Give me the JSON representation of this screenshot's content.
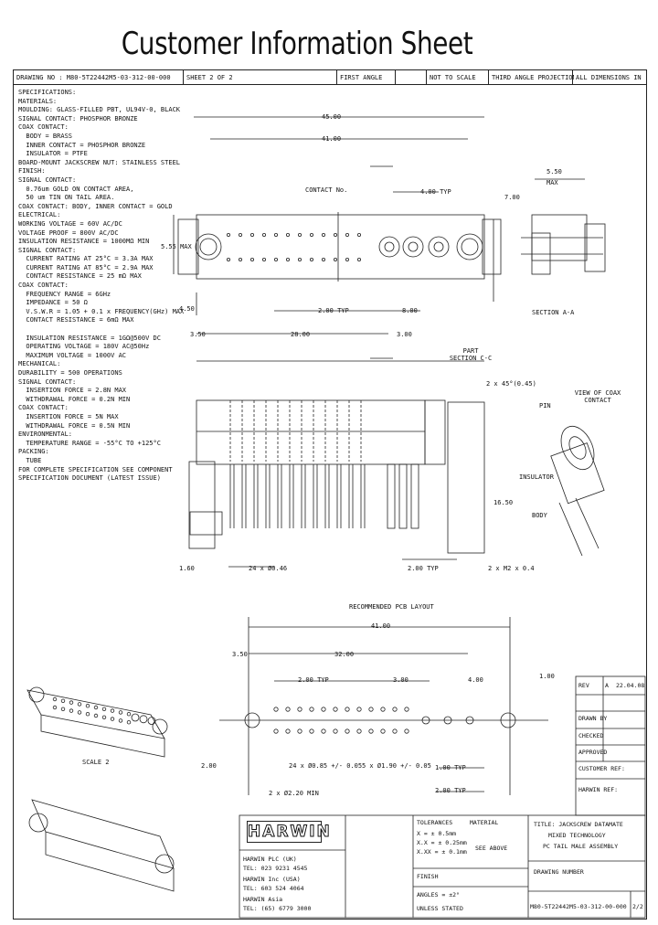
{
  "title": "Customer Information Sheet",
  "header": {
    "drawing_no": "DRAWING NO : M80-5T22442M5-03-312-00-000",
    "sheet": "SHEET 2 OF 2",
    "first_angle": "FIRST ANGLE",
    "not_to_scale": "NOT TO SCALE",
    "projection": "THIRD ANGLE PROJECTION",
    "units": "ALL DIMENSIONS IN mm"
  },
  "spec_lines": [
    "SPECIFICATIONS:",
    "MATERIALS:",
    "MOULDING: GLASS-FILLED PBT, UL94V-0, BLACK",
    "SIGNAL CONTACT: PHOSPHOR BRONZE",
    "COAX CONTACT:",
    "  BODY = BRASS",
    "  INNER CONTACT = PHOSPHOR BRONZE",
    "  INSULATOR = PTFE",
    "BOARD-MOUNT JACKSCREW NUT: STAINLESS STEEL",
    "FINISH:",
    "SIGNAL CONTACT:",
    "  0.76um GOLD ON CONTACT AREA,",
    "  50 um TIN ON TAIL AREA.",
    "COAX CONTACT: BODY, INNER CONTACT = GOLD",
    "ELECTRICAL:",
    "WORKING VOLTAGE = 60V AC/DC",
    "VOLTAGE PROOF = 800V AC/DC",
    "INSULATION RESISTANCE = 1000MΩ MIN",
    "SIGNAL CONTACT:",
    "  CURRENT RATING AT 25°C = 3.3A MAX",
    "  CURRENT RATING AT 85°C = 2.9A MAX",
    "  CONTACT RESISTANCE = 25 mΩ MAX",
    "COAX CONTACT:",
    "  FREQUENCY RANGE = 6GHz",
    "  IMPEDANCE = 50 Ω",
    "  V.S.W.R = 1.05 + 0.1 x FREQUENCY(GHz) MAX",
    "  CONTACT RESISTANCE = 6mΩ MAX",
    "",
    "  INSULATION RESISTANCE = 1GΩ@500V DC",
    "  OPERATING VOLTAGE = 180V AC@50Hz",
    "  MAXIMUM VOLTAGE = 1000V AC",
    "MECHANICAL:",
    "DURABILITY = 500 OPERATIONS",
    "SIGNAL CONTACT:",
    "  INSERTION FORCE = 2.8N MAX",
    "  WITHDRAWAL FORCE = 0.2N MIN",
    "COAX CONTACT:",
    "  INSERTION FORCE = 5N MAX",
    "  WITHDRAWAL FORCE = 0.5N MIN",
    "ENVIRONMENTAL:",
    "  TEMPERATURE RANGE = -55°C TO +125°C",
    "PACKING:",
    "  TUBE",
    "FOR COMPLETE SPECIFICATION SEE COMPONENT",
    "SPECIFICATION DOCUMENT (LATEST ISSUE)"
  ],
  "dims": {
    "d4500": "45.00",
    "d4100": "41.00",
    "d550": "5.50",
    "max": "MAX",
    "d700": "7.00",
    "contact_no": "CONTACT No.",
    "d400typ": "4.00 TYP",
    "d555": "5.55 MAX",
    "d450": "4.50",
    "d200typ": "2.00 TYP",
    "d800": "8.00",
    "d350": "3.50",
    "d2800": "28.00",
    "d300": "3.00",
    "section_aa": "SECTION A-A",
    "part_section": "PART SECTION C-C",
    "view_coax": "VIEW OF COAX CONTACT",
    "pin": "PIN",
    "chamfer": "2 x 45°(0.45)",
    "insulator": "INSULATOR",
    "body": "BODY",
    "d1650": "16.50",
    "d160": "1.60",
    "pins": "24 x Ø0.46",
    "d200typ_b": "2.00 TYP",
    "m2": "2 x M2 x 0.4",
    "pcb_layout": "RECOMMENDED PCB LAYOUT",
    "d4100b": "41.00",
    "d350b": "3.50",
    "d3200": "32.00",
    "d200typ_c": "2.00 TYP",
    "d300b": "3.00",
    "d400b": "4.00",
    "d100": "1.00",
    "d200b": "2.00",
    "holes_small": "24 x Ø0.85 +/- 0.05",
    "holes_coax": "5 x Ø1.90 +/- 0.05",
    "d100typ": "1.00 TYP",
    "d200typ_d": "2.00 TYP",
    "holes_big": "2 x Ø2.20 MIN",
    "scale": "SCALE 2"
  },
  "titleblock": {
    "rev": "REV",
    "rev_val": "A",
    "date": "22.04.08",
    "drawn": "DRAWN BY",
    "checked": "CHECKED",
    "approved": "APPROVED",
    "customer_ref": "CUSTOMER REF:",
    "drawing_ref": "HARWIN REF:",
    "logo": "HARWIN",
    "tolerances": "TOLERANCES",
    "tol1": "X = ± 0.5mm",
    "tol2": "X.X = ± 0.25mm",
    "tol3": "X.XX = ± 0.1mm",
    "material": "MATERIAL",
    "see_above": "SEE ABOVE",
    "finish": "FINISH",
    "angles": "ANGLES = ±2°",
    "unless": "UNLESS STATED",
    "title_lines": [
      "TITLE: JACKSCREW DATAMATE",
      "MIXED TECHNOLOGY",
      "PC TAIL MALE ASSEMBLY"
    ],
    "drawing_no": "DRAWING NUMBER",
    "part_no": "M80-5T22442M5-03-312-00-000",
    "sheet_val": "2/2",
    "addr1": "HARWIN PLC (UK)",
    "addr2": "HARWIN Inc (USA)",
    "addr3": "HARWIN Asia",
    "tel1": "TEL: 023 9231 4545",
    "tel2": "TEL: 603 524 4064",
    "tel3": "TEL: (65) 6779 3000"
  }
}
